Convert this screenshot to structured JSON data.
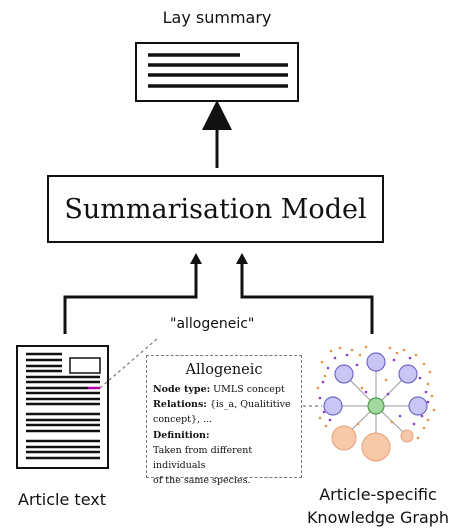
{
  "lay_summary": {
    "title": "Lay summary"
  },
  "model": {
    "label": "Summarisation Model"
  },
  "entity_quote": "\"allogeneic\"",
  "info_box": {
    "title": "Allogeneic",
    "node_type_label": "Node type:",
    "node_type_value": "UMLS concept",
    "relations_label": "Relations:",
    "relations_value_line1": "{is_a, Qualititive",
    "relations_value_line2": "concept}, ...",
    "definition_label": "Definition:",
    "definition_line1": "Taken from different individuals",
    "definition_line2": "of the same species."
  },
  "article": {
    "caption": "Article text"
  },
  "knowledge_graph": {
    "caption_line1": "Article-specific",
    "caption_line2": "Knowledge Graph"
  },
  "colors": {
    "line": "#111111",
    "highlight": "#b000b0",
    "node_purple_fill": "#c9c6f5",
    "node_purple_stroke": "#6f68c8",
    "node_green_fill": "#a3d9a0",
    "node_green_stroke": "#4a9a48",
    "node_orange_fill": "#f8c9a8",
    "node_orange_stroke": "#e6a07a",
    "dot_orange": "#e8913c",
    "dot_purple": "#8a3ad0"
  }
}
